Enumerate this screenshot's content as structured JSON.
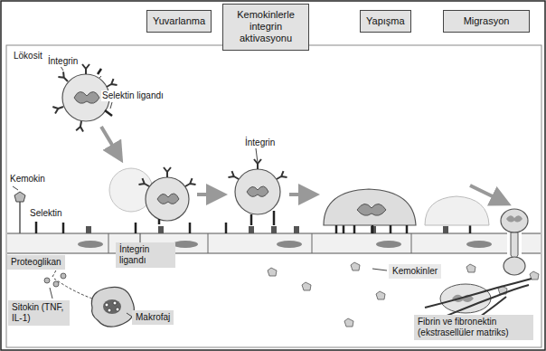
{
  "diagram": {
    "nodes": [
      {
        "text": [
          "Yuvarlanma"
        ]
      },
      {
        "text": [
          "Kemokinlerle integrin aktivasyonu"
        ]
      },
      {
        "text": [
          "Yapışma"
        ]
      },
      {
        "text": [
          "Migrasyon"
        ]
      },
      {
        "text": [
          "Proteoglikan"
        ]
      },
      {
        "text": [
          "İntegrin ligandı"
        ]
      },
      {
        "text": [
          "Sitokin (TNF, IL-1)"
        ]
      },
      {
        "text": [
          "Makrofaj"
        ]
      },
      {
        "text": [
          "Kemokinler"
        ]
      },
      {
        "text": [
          "Fibrin ve fibronektin (ekstrasellüler matriks)"
        ]
      }
    ],
    "labels": [
      "Lökosit",
      "İntegrin",
      "Selektin ligandı",
      "İntegrin",
      "Kemokin",
      "Selektin"
    ]
  }
}
